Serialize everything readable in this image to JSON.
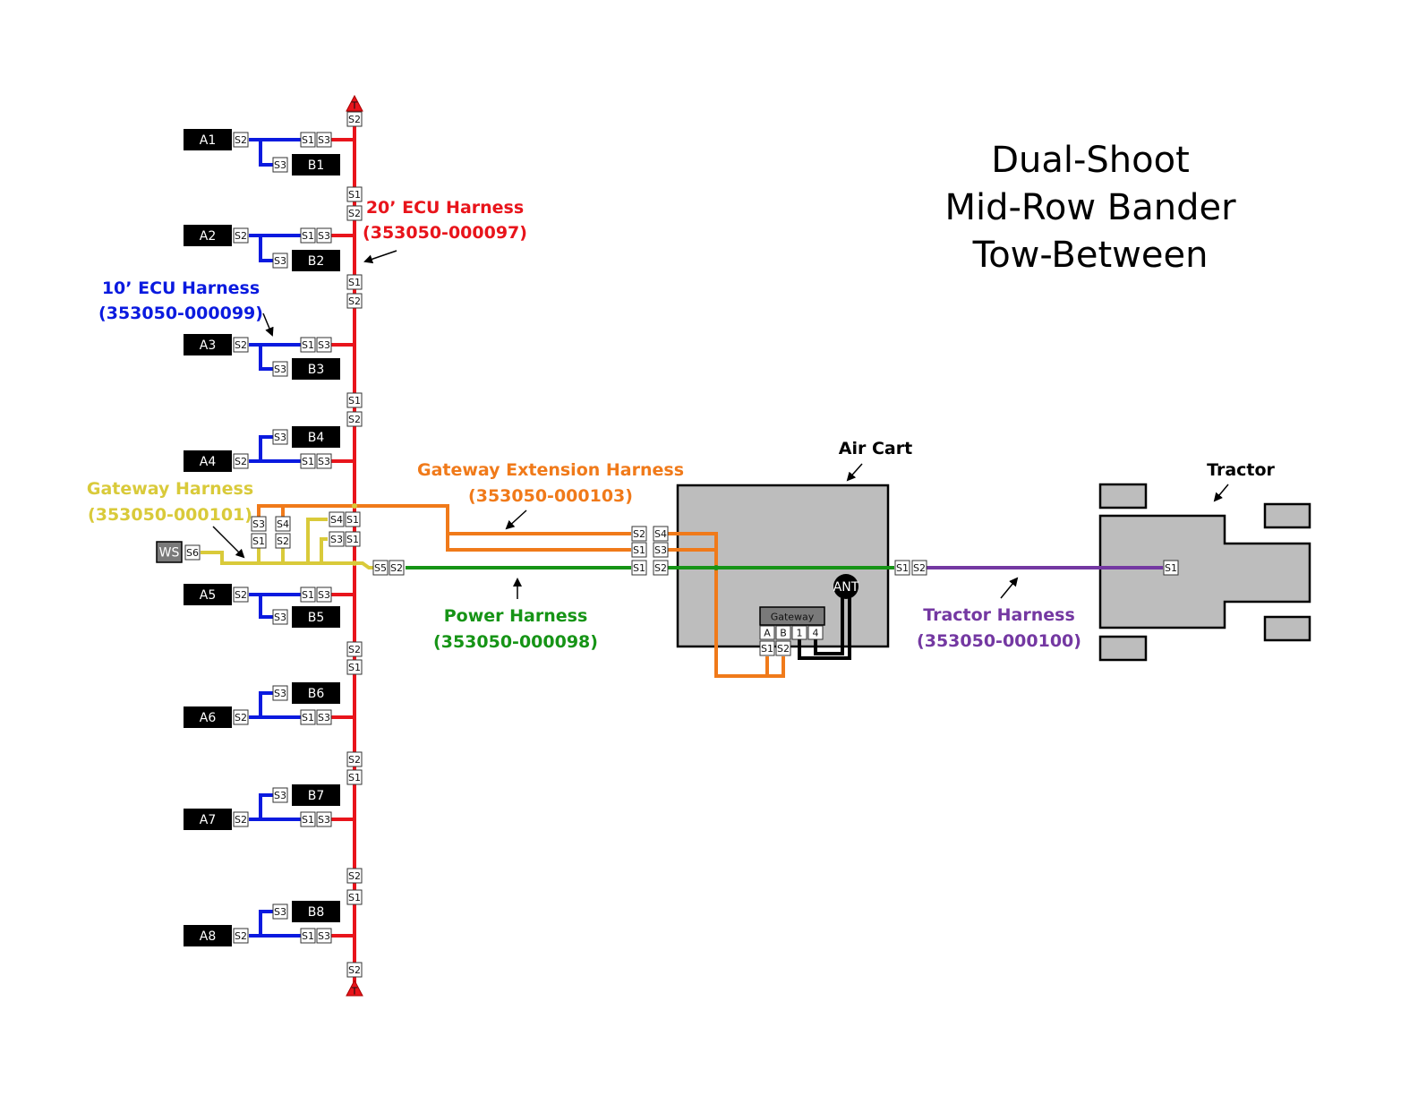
{
  "title": {
    "lines": [
      "Dual-Shoot",
      "Mid-Row Bander",
      "Tow-Between"
    ]
  },
  "colors": {
    "ecu_20ft": "#e8141b",
    "ecu_10ft": "#0a1adf",
    "gateway": "#d9ca3a",
    "gateway_ext": "#f07a1a",
    "power": "#169416",
    "tractor": "#7438a2",
    "body_gray": "#bdbdbd",
    "gateway_box": "#7a7a7a"
  },
  "harnesses": {
    "ecu_20ft": {
      "name": "20’ ECU Harness",
      "part": "(353050-000097)"
    },
    "ecu_10ft": {
      "name": "10’ ECU Harness",
      "part": "(353050-000099)"
    },
    "gateway": {
      "name": "Gateway Harness",
      "part": "(353050-000101)"
    },
    "gateway_ext": {
      "name": "Gateway Extension Harness",
      "part": "(353050-000103)"
    },
    "power": {
      "name": "Power Harness",
      "part": "(353050-000098)"
    },
    "tractor": {
      "name": "Tractor Harness",
      "part": "(353050-000100)"
    }
  },
  "components": {
    "air_cart": "Air Cart",
    "tractor": "Tractor",
    "gateway": "Gateway",
    "antenna": "ANT",
    "ws": "WS",
    "terminator": "T",
    "gateway_ports": [
      "A",
      "B",
      "1",
      "4"
    ]
  },
  "ecus": [
    {
      "a": "A1",
      "b": "B1"
    },
    {
      "a": "A2",
      "b": "B2"
    },
    {
      "a": "A3",
      "b": "B3"
    },
    {
      "a": "A4",
      "b": "B4"
    },
    {
      "a": "A5",
      "b": "B5"
    },
    {
      "a": "A6",
      "b": "B6"
    },
    {
      "a": "A7",
      "b": "B7"
    },
    {
      "a": "A8",
      "b": "B8"
    }
  ],
  "connector_labels": {
    "s1": "S1",
    "s2": "S2",
    "s3": "S3",
    "s4": "S4",
    "s5": "S5",
    "s6": "S6"
  }
}
